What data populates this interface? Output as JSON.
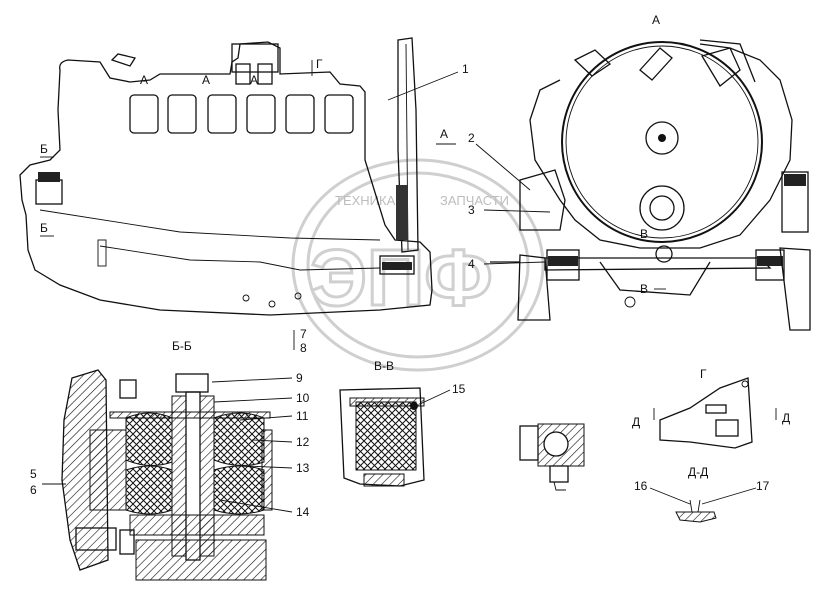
{
  "labels": {
    "callouts": [
      "1",
      "2",
      "3",
      "4",
      "5",
      "6",
      "7",
      "8",
      "9",
      "10",
      "11",
      "12",
      "13",
      "14",
      "15",
      "16",
      "17"
    ],
    "view_A": "А",
    "view_B": "Б",
    "view_V": "В",
    "view_G": "Г",
    "view_D": "Д",
    "section_BB": "Б-Б",
    "section_VV": "В-В",
    "section_DD": "Д-Д"
  },
  "watermark": {
    "line1": "ТЕХНИКА",
    "line2": "ЗАПЧАСТИ",
    "logo": "ЭПФ"
  }
}
